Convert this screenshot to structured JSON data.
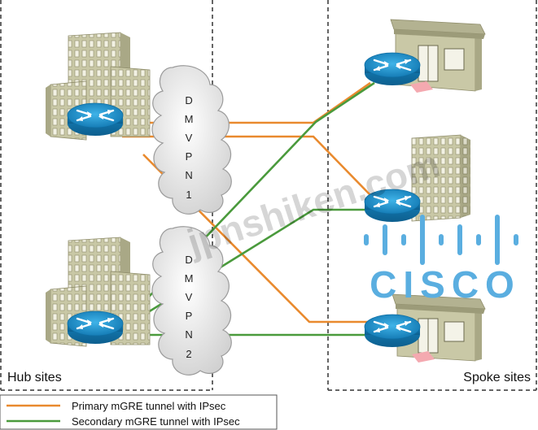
{
  "regions": {
    "hub_label": "Hub sites",
    "spoke_label": "Spoke sites"
  },
  "clouds": [
    {
      "letters": [
        "D",
        "M",
        "V",
        "P",
        "N"
      ],
      "number": "1"
    },
    {
      "letters": [
        "D",
        "M",
        "V",
        "P",
        "N"
      ],
      "number": "2"
    }
  ],
  "legend": {
    "primary": "Primary mGRE tunnel with IPsec",
    "secondary": "Secondary mGRE tunnel with IPsec"
  },
  "logo": {
    "wordmark": "CISCO"
  },
  "watermark": "jpnshiken.com",
  "colors": {
    "primary_tunnel": "#e98a2e",
    "secondary_tunnel": "#4a9a3c",
    "router": "#1b8fc9",
    "building": "#c9c8a6",
    "logo": "#5aaee0",
    "region_border": "#333333"
  },
  "icons": [
    "hub-building-icon",
    "spoke-building-icon",
    "router-icon",
    "cloud-icon",
    "cisco-logo-icon"
  ]
}
